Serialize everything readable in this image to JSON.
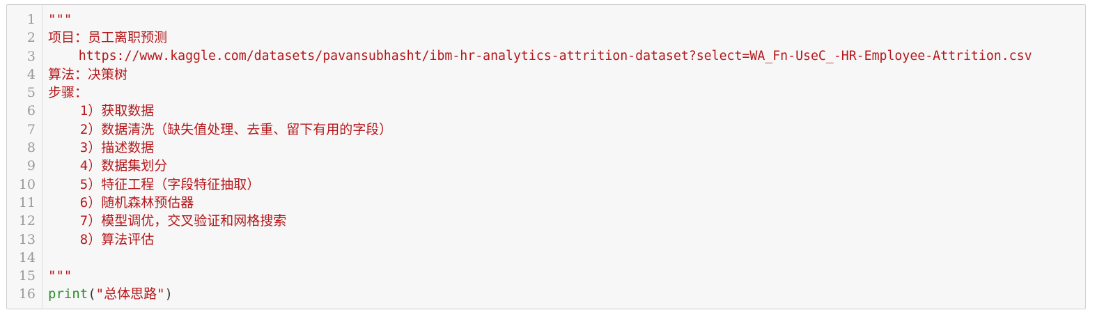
{
  "editor": {
    "line_numbers": [
      "1",
      "2",
      "3",
      "4",
      "5",
      "6",
      "7",
      "8",
      "9",
      "10",
      "11",
      "12",
      "13",
      "14",
      "15",
      "16"
    ],
    "lines": {
      "l1": "\"\"\"",
      "l2": "项目：员工离职预测",
      "l3": "    https://www.kaggle.com/datasets/pavansubhasht/ibm-hr-analytics-attrition-dataset?select=WA_Fn-UseC_-HR-Employee-Attrition.csv",
      "l4": "算法：决策树",
      "l5": "步骤：",
      "l6": "    1）获取数据",
      "l7": "    2）数据清洗（缺失值处理、去重、留下有用的字段）",
      "l8": "    3）描述数据",
      "l9": "    4）数据集划分",
      "l10": "    5）特征工程（字段特征抽取）",
      "l11": "    6）随机森林预估器",
      "l12": "    7）模型调优，交叉验证和网格搜索",
      "l13": "    8）算法评估",
      "l14": "",
      "l15": "\"\"\"",
      "l16_func": "print",
      "l16_open": "(",
      "l16_str": "\"总体思路\"",
      "l16_close": ")"
    }
  },
  "colors": {
    "string": "#b5171a",
    "builtin": "#2e8b2e",
    "line_number": "#999999",
    "background": "#f7f7f7"
  }
}
